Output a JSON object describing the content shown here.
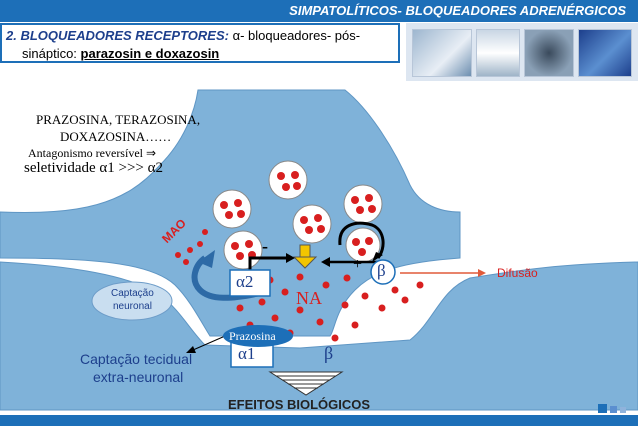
{
  "header": {
    "title": "SIMPATOLÍTICOS- BLOQUEADORES ADRENÉRGICOS"
  },
  "subtitle": {
    "line1_head": "2. BLOQUEADORES RECEPTORES: ",
    "line1_alpha": "α",
    "line1_rest": "- bloqueadores- pós-",
    "line2_pre": "sináptico: ",
    "line2_drugs": "parazosin e doxazosin"
  },
  "notes": {
    "line1": "PRAZOSINA, TERAZOSINA,",
    "line2": "DOXAZOSINA……",
    "line3": "Antagonismo reversível ⇒",
    "line4": "seletividade α1 >>> α2"
  },
  "diagram": {
    "mao": "MAO",
    "minus": "-",
    "plus": "+",
    "alpha2": "α2",
    "beta_top": "β",
    "na": "NA",
    "difusao": "Difusão",
    "captacao_neuronal_1": "Captação",
    "captacao_neuronal_2": "neuronal",
    "prazosina": "Prazosina",
    "alpha1": "α1",
    "beta_bottom": "β",
    "captacao_tecidual_1": "Captação tecidual",
    "captacao_tecidual_2": "extra-neuronal",
    "efeitos": "EFEITOS BIOLÓGICOS"
  },
  "colors": {
    "brand_blue": "#1d6fb8",
    "terminal_fill": "#7fb2d9",
    "vesicle_dot": "#d81f1f",
    "arrow_yellow": "#f2c500"
  }
}
